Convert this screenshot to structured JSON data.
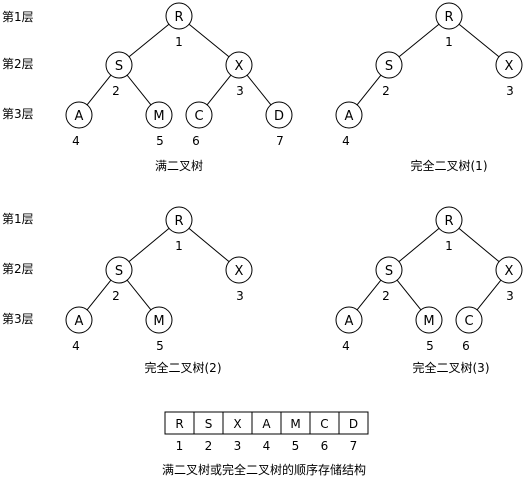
{
  "level_labels": [
    "第1层",
    "第2层",
    "第3层"
  ],
  "trees": [
    {
      "caption": "满二叉树",
      "nodes": [
        {
          "label": "R",
          "index": "1"
        },
        {
          "label": "S",
          "index": "2"
        },
        {
          "label": "X",
          "index": "3"
        },
        {
          "label": "A",
          "index": "4"
        },
        {
          "label": "M",
          "index": "5"
        },
        {
          "label": "C",
          "index": "6"
        },
        {
          "label": "D",
          "index": "7"
        }
      ]
    },
    {
      "caption": "完全二叉树(1)",
      "nodes": [
        {
          "label": "R",
          "index": "1"
        },
        {
          "label": "S",
          "index": "2"
        },
        {
          "label": "X",
          "index": "3"
        },
        {
          "label": "A",
          "index": "4"
        }
      ]
    },
    {
      "caption": "完全二叉树(2)",
      "nodes": [
        {
          "label": "R",
          "index": "1"
        },
        {
          "label": "S",
          "index": "2"
        },
        {
          "label": "X",
          "index": "3"
        },
        {
          "label": "A",
          "index": "4"
        },
        {
          "label": "M",
          "index": "5"
        }
      ]
    },
    {
      "caption": "完全二叉树(3)",
      "nodes": [
        {
          "label": "R",
          "index": "1"
        },
        {
          "label": "S",
          "index": "2"
        },
        {
          "label": "X",
          "index": "3"
        },
        {
          "label": "A",
          "index": "4"
        },
        {
          "label": "M",
          "index": "5"
        },
        {
          "label": "C",
          "index": "6"
        }
      ]
    }
  ],
  "storage_array": {
    "cells": [
      "R",
      "S",
      "X",
      "A",
      "M",
      "C",
      "D"
    ],
    "indices": [
      "1",
      "2",
      "3",
      "4",
      "5",
      "6",
      "7"
    ],
    "caption": "满二叉树或完全二叉树的顺序存储结构"
  }
}
